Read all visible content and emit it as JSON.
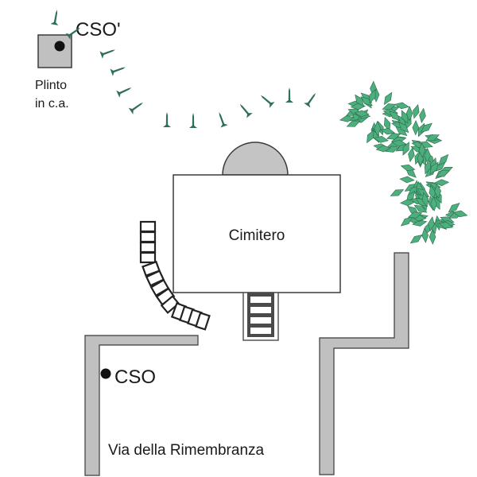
{
  "diagram": {
    "labels": {
      "cso_prime": "CSO'",
      "plinth_line1": "Plinto",
      "plinth_line2": "in c.a.",
      "cemetery": "Cimitero",
      "cso": "CSO",
      "street": "Via della Rimembranza"
    },
    "colors": {
      "wall_fill": "#c0c0c0",
      "wall_stroke": "#3a3a3a",
      "picket": "#2f6f58",
      "leaf_fill": "#4caf7d",
      "leaf_stroke": "#2d6b4c",
      "apse_fill": "#c4c4c4",
      "dot": "#111111"
    },
    "picket_count": 13,
    "hedge_clusters": 4
  }
}
